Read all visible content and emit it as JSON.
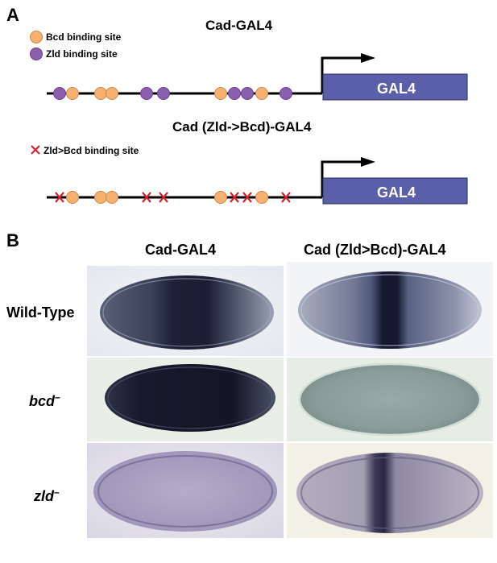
{
  "panel_a": {
    "letter": "A",
    "construct1_title": "Cad-GAL4",
    "construct2_title": "Cad (Zld->Bcd)-GAL4",
    "legend_bcd": "Bcd binding site",
    "legend_zld": "Zld binding site",
    "legend_mut": "Zld>Bcd binding site",
    "gal4_label": "GAL4",
    "colors": {
      "bcd_site": "#f7b06e",
      "zld_site": "#8a5fb0",
      "mutant_x": "#d6242a",
      "gal4_box": "#5b5ea8"
    },
    "construct1_sites": [
      "zld",
      "bcd",
      "bcd",
      "bcd",
      "zld",
      "zld",
      "bcd",
      "zld",
      "zld",
      "bcd",
      "zld"
    ],
    "construct2_sites": [
      "mut",
      "bcd",
      "bcd",
      "bcd",
      "mut",
      "mut",
      "bcd",
      "mut",
      "mut",
      "bcd",
      "mut"
    ]
  },
  "panel_b": {
    "letter": "B",
    "col1": "Cad-GAL4",
    "col2": "Cad (Zld>Bcd)-GAL4",
    "row1": "Wild-Type",
    "row2": "bcd",
    "row2_sup": "–",
    "row3": "zld",
    "row3_sup": "–",
    "stain_color": "#1f2340"
  }
}
